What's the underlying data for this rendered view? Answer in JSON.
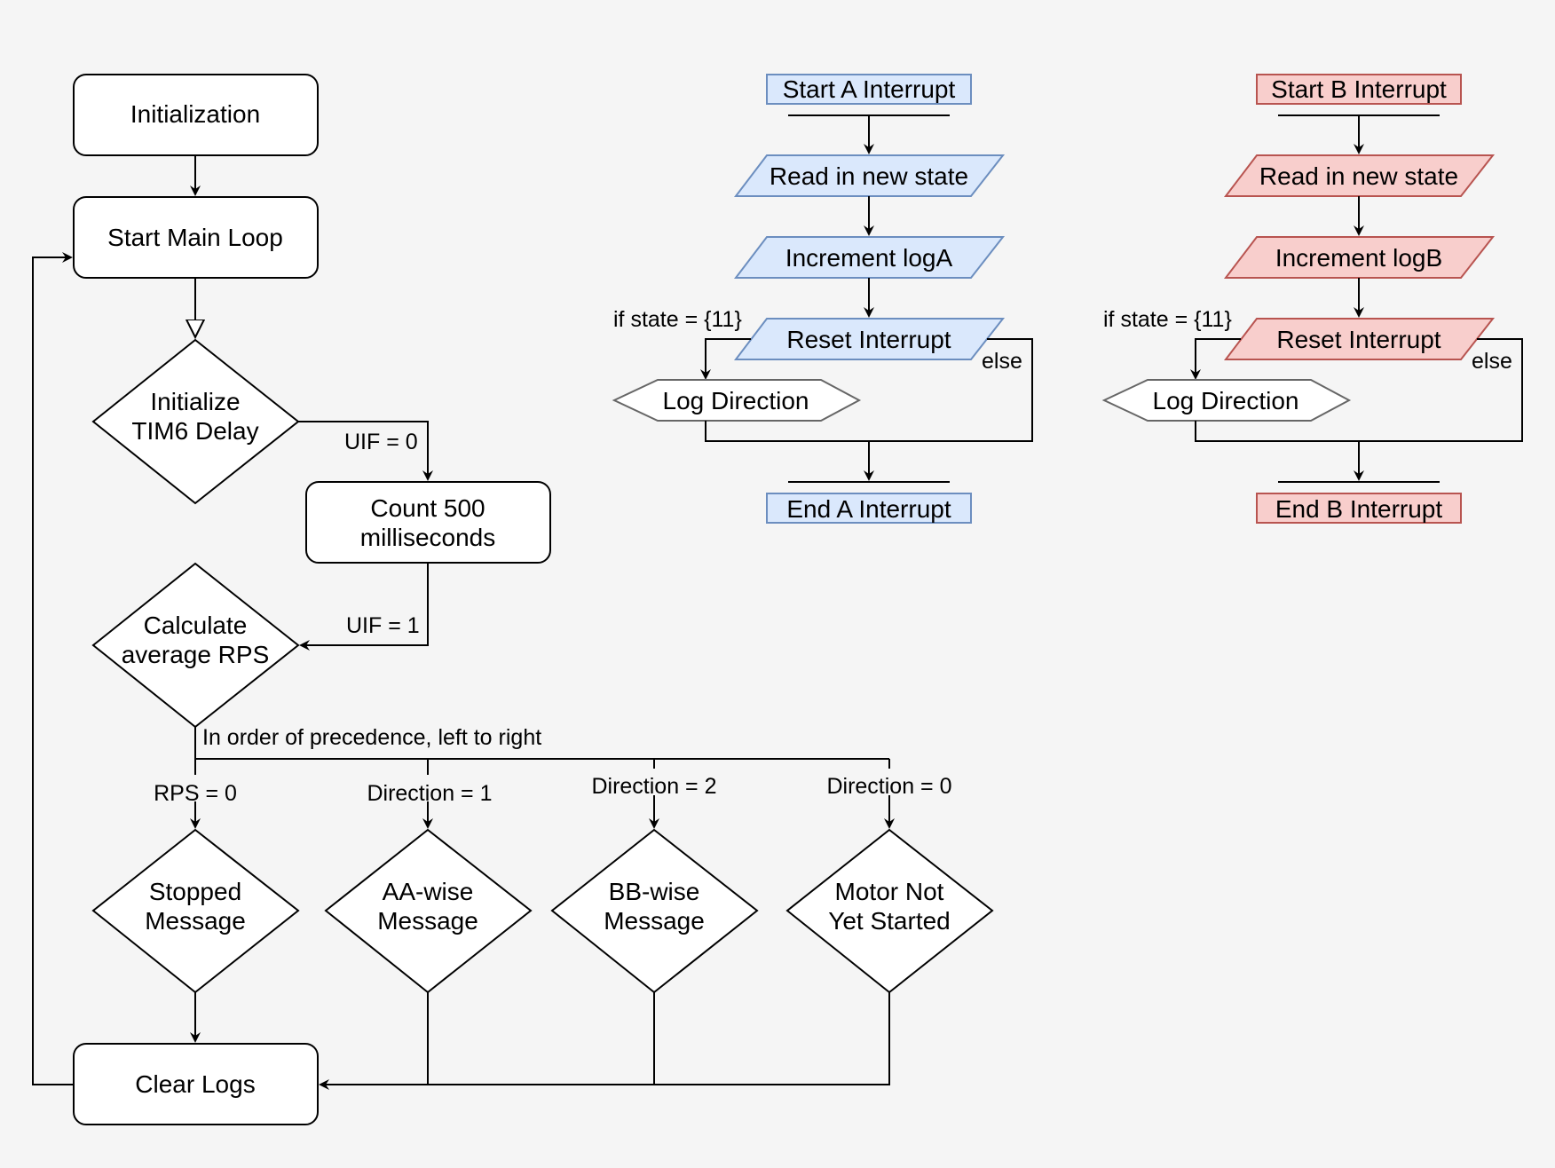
{
  "colors": {
    "background": "#f5f5f5",
    "node_fill": "#ffffff",
    "stroke": "#000000",
    "blue_fill": "#dae8fc",
    "blue_stroke": "#6c8ebf",
    "red_fill": "#f8cecc",
    "red_stroke": "#b85450",
    "grey_stroke": "#666666",
    "grey_text": "#333333"
  },
  "main": {
    "initialization": "Initialization",
    "start_main_loop": "Start Main Loop",
    "init_tim6_line1": "Initialize",
    "init_tim6_line2": "TIM6 Delay",
    "count_line1": "Count 500",
    "count_line2": "milliseconds",
    "calc_line1": "Calculate",
    "calc_line2": "average RPS",
    "stopped_line1": "Stopped",
    "stopped_line2": "Message",
    "aa_line1": "AA-wise",
    "aa_line2": "Message",
    "bb_line1": "BB-wise",
    "bb_line2": "Message",
    "motor_line1": "Motor Not",
    "motor_line2": "Yet Started",
    "clear_logs": "Clear Logs"
  },
  "edge_labels": {
    "uif0": "UIF = 0",
    "uif1": "UIF = 1",
    "precedence": "In order of precedence, left to right",
    "rps0": "RPS = 0",
    "dir1": "Direction = 1",
    "dir2": "Direction = 2",
    "dir0": "Direction = 0"
  },
  "interrupt_a": {
    "start": "Start A Interrupt",
    "read": "Read in new state",
    "increment": "Increment logA",
    "reset": "Reset Interrupt",
    "log": "Log Direction",
    "end": "End A Interrupt",
    "if_label": "if state = {11}",
    "else_label": "else"
  },
  "interrupt_b": {
    "start": "Start B Interrupt",
    "read": "Read in new state",
    "increment": "Increment logB",
    "reset": "Reset Interrupt",
    "log": "Log Direction",
    "end": "End B Interrupt",
    "if_label": "if state = {11}",
    "else_label": "else"
  }
}
